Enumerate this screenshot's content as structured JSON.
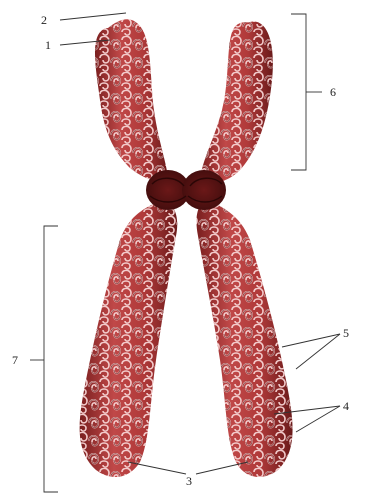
{
  "figure": {
    "labels": {
      "l1": "1",
      "l2": "2",
      "l3": "3",
      "l4": "4",
      "l5": "5",
      "l6": "6",
      "l7": "7"
    },
    "colors": {
      "arm_fill": "#b23a3a",
      "arm_dark": "#5e1414",
      "coil_light": "#f3c8c8",
      "centromere": "#4a1010",
      "line": "#333333"
    }
  }
}
